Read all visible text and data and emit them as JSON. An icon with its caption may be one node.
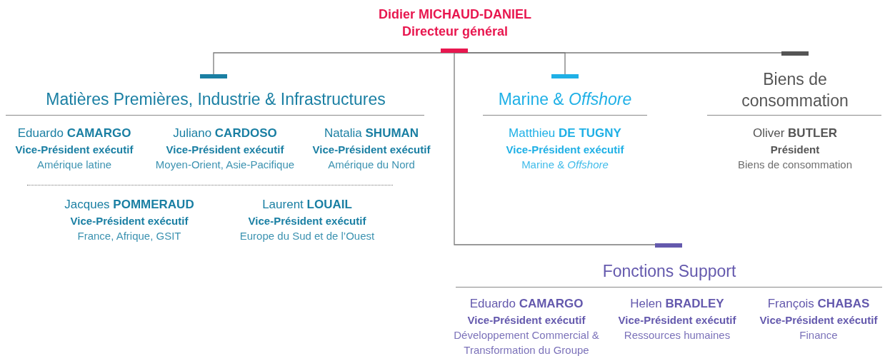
{
  "diagram": {
    "nodes": [
      {
        "text": [
          "Didier MICHAUD-DANIEL",
          "Directeur général"
        ]
      },
      {
        "text": [
          "Matières Premières, Industrie & Infrastructures"
        ]
      },
      {
        "text": [
          "Eduardo **CAMARGO**",
          "Vice-Président exécutif",
          "Amérique latine"
        ]
      },
      {
        "text": [
          "Juliano **CARDOSO**",
          "Vice-Président exécutif",
          "Moyen-Orient, Asie-Pacifique"
        ]
      },
      {
        "text": [
          "Natalia **SHUMAN**",
          "Vice-Président exécutif",
          "Amérique du Nord"
        ]
      },
      {
        "text": [
          "Jacques **POMMERAUD**",
          "Vice-Président exécutif",
          "France, Afrique, GSIT"
        ]
      },
      {
        "text": [
          "Laurent **LOUAIL**",
          "Vice-Président exécutif",
          "Europe du Sud et de l’Ouest"
        ]
      },
      {
        "text": [
          "Marine & *Offshore*"
        ]
      },
      {
        "text": [
          "Matthieu **DE TUGNY**",
          "Vice-Président exécutif",
          "Marine & *Offshore*"
        ]
      },
      {
        "text": [
          "Biens de consommation"
        ]
      },
      {
        "text": [
          "Oliver **BUTLER**",
          "Président",
          "Biens de consommation"
        ]
      },
      {
        "text": [
          "Fonctions Support"
        ]
      },
      {
        "text": [
          "Eduardo **CAMARGO**",
          "Vice-Président exécutif",
          "Développement Commercial & Transformation du Groupe"
        ]
      },
      {
        "text": [
          "Helen **BRADLEY**",
          "Vice-Président exécutif",
          "Ressources humaines"
        ]
      },
      {
        "text": [
          "François **CHABAS**",
          "Vice-Président exécutif",
          "Finance"
        ]
      }
    ],
    "edges": [
      {
        "from": 0,
        "to": 1,
        "arrow": "none"
      },
      {
        "from": 0,
        "to": 7,
        "arrow": "none"
      },
      {
        "from": 0,
        "to": 9,
        "arrow": "none"
      },
      {
        "from": 0,
        "to": 11,
        "arrow": "none"
      }
    ]
  }
}
